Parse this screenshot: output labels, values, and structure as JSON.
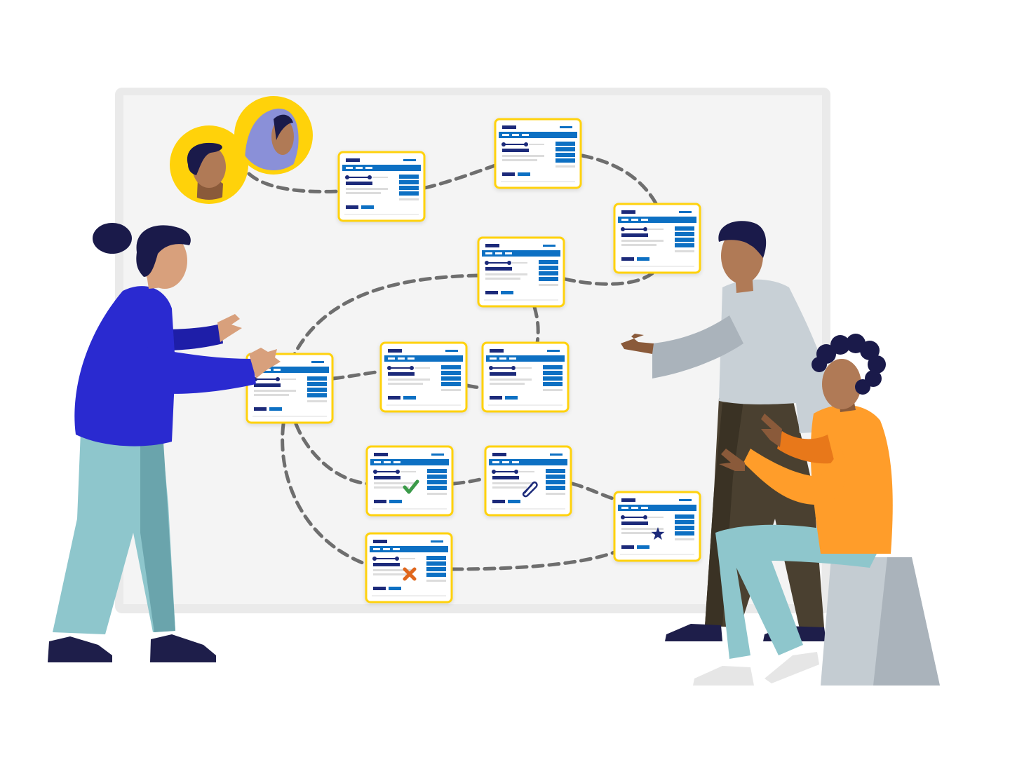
{
  "colors": {
    "board_fill": "#f4f4f4",
    "board_frame": "#eaeaea",
    "card_border": "#ffd20a",
    "card_header": "#0b6fc3",
    "card_dark": "#1a2a7a",
    "card_accent": "#0b6fc3",
    "card_gray": "#dcdcdc",
    "connector": "#6e6e6e",
    "avatar_ring": "#ffd20a",
    "check": "#3a9a4a",
    "cross": "#e0661a",
    "star": "#1a2a7a",
    "skin_light": "#d8a07c",
    "skin_mid": "#b07a56",
    "skin_dark": "#8a5a3a",
    "hair": "#1a1a4a",
    "sweater_blue": "#2a2ad0",
    "pants_teal": "#8ec6cc",
    "pants_teal_shadow": "#6aa4ac",
    "shirt_gray": "#c8d0d6",
    "pants_olive": "#4a4030",
    "sweater_orange": "#ff9d2a",
    "stool": "#c4ccd2",
    "hijab": "#8a90d8"
  },
  "cards": [
    {
      "id": "card-1",
      "badge": "none"
    },
    {
      "id": "card-2",
      "badge": "none"
    },
    {
      "id": "card-3",
      "badge": "none"
    },
    {
      "id": "card-4",
      "badge": "none"
    },
    {
      "id": "card-5",
      "badge": "none"
    },
    {
      "id": "card-6",
      "badge": "none"
    },
    {
      "id": "card-7",
      "badge": "none"
    },
    {
      "id": "card-8",
      "badge": "check-icon"
    },
    {
      "id": "card-9",
      "badge": "paperclip-icon"
    },
    {
      "id": "card-10",
      "badge": "star-icon"
    },
    {
      "id": "card-11",
      "badge": "cross-icon"
    }
  ],
  "people": [
    "woman-blue-sweater",
    "man-gray-shirt",
    "man-orange-sweater"
  ],
  "avatars": [
    "avatar-man",
    "avatar-woman-hijab"
  ]
}
